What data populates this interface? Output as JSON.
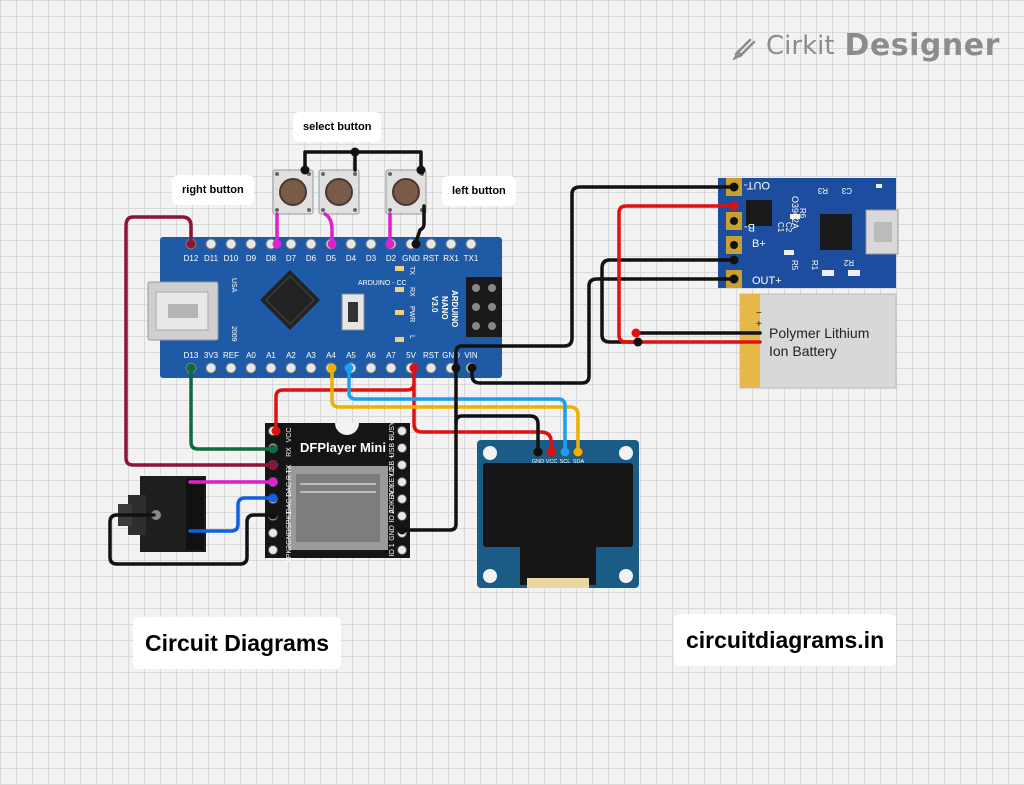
{
  "brand": {
    "word1": "Cirkit",
    "word2": "Designer",
    "icon": "pencil-logo-icon"
  },
  "labels": {
    "select_button": "select button",
    "right_button": "right button",
    "left_button": "left button",
    "footer_left": "Circuit Diagrams",
    "footer_right": "circuitdiagrams.in"
  },
  "arduino": {
    "top_pins": [
      "D12",
      "D11",
      "D10",
      "D9",
      "D8",
      "D7",
      "D6",
      "D5",
      "D4",
      "D3",
      "D2",
      "GND",
      "RST",
      "RX1",
      "TX1"
    ],
    "bottom_pins": [
      "D13",
      "3V3",
      "REF",
      "A0",
      "A1",
      "A2",
      "A3",
      "A4",
      "A5",
      "A6",
      "A7",
      "5V",
      "RST",
      "GND",
      "VIN"
    ],
    "usa": "USA",
    "year": "2009",
    "maker": "ARDUINO - CC",
    "model_line1": "ARDUINO",
    "model_line2": "NANO",
    "model_line3": "V3.0",
    "led_tx": "TX",
    "led_rx": "RX",
    "led_pwr": "PWR",
    "led_l": "L"
  },
  "dfplayer": {
    "title": "DFPlayer Mini",
    "left_pins": [
      "VCC",
      "RX",
      "TX",
      "DAC R",
      "DAC L",
      "SPK1",
      "GND",
      "SPK2"
    ],
    "right_pins": [
      "BUSY",
      "USB -",
      "USB +",
      "ADKEY 2",
      "ADKEY 1",
      "IO 2",
      "GND",
      "IO 1"
    ]
  },
  "oled": {
    "pins": [
      "GND",
      "VCC",
      "SCL",
      "SDA"
    ]
  },
  "charger": {
    "chip": "O3962A",
    "out_minus": "OUT-",
    "b_minus": "B-",
    "b_plus": "B+",
    "out_plus": "OUT+",
    "parts": [
      "R3",
      "C3",
      "R6",
      "C1",
      "C2",
      "R5",
      "R1",
      "R2"
    ]
  },
  "battery": {
    "line1": "Polymer Lithium",
    "line2": "Ion Battery",
    "minus": "−",
    "plus": "+"
  },
  "colors": {
    "board_blue": "#1f5aa6",
    "charger_blue": "#1d4d9e",
    "wire_black": "#111111",
    "wire_red": "#e01010",
    "wire_magenta": "#e020d0",
    "wire_green": "#0f6b3e",
    "wire_maroon": "#8a1538",
    "wire_blue": "#1060e0",
    "wire_yellow": "#f0b000",
    "wire_lightblue": "#1aa0f0"
  }
}
